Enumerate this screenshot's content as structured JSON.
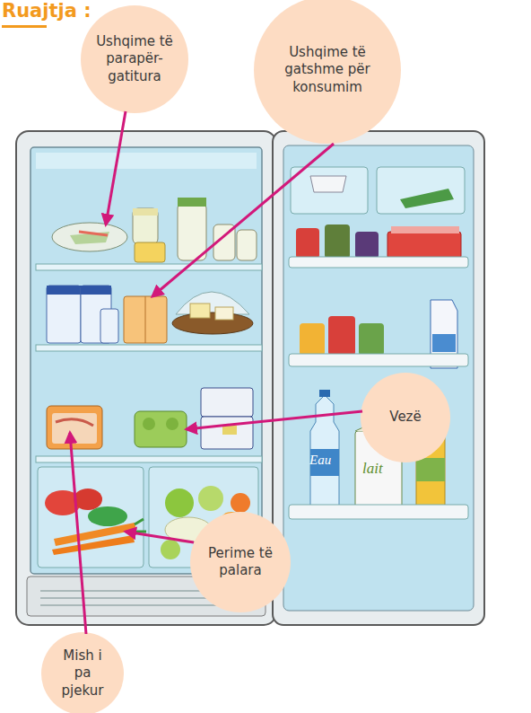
{
  "diagram": {
    "title": "Ruajtja :",
    "nodes": [
      {
        "text": [
          "Ushqime të parapër- gatitura"
        ]
      },
      {
        "text": [
          "Ushqime të gatshme për konsumim"
        ]
      },
      {
        "text": [
          "Vezë"
        ]
      },
      {
        "text": [
          "Perime të palara"
        ]
      },
      {
        "text": [
          "Mish i pa pjekur"
        ]
      }
    ],
    "labels": [
      "Eau",
      "lait"
    ]
  }
}
